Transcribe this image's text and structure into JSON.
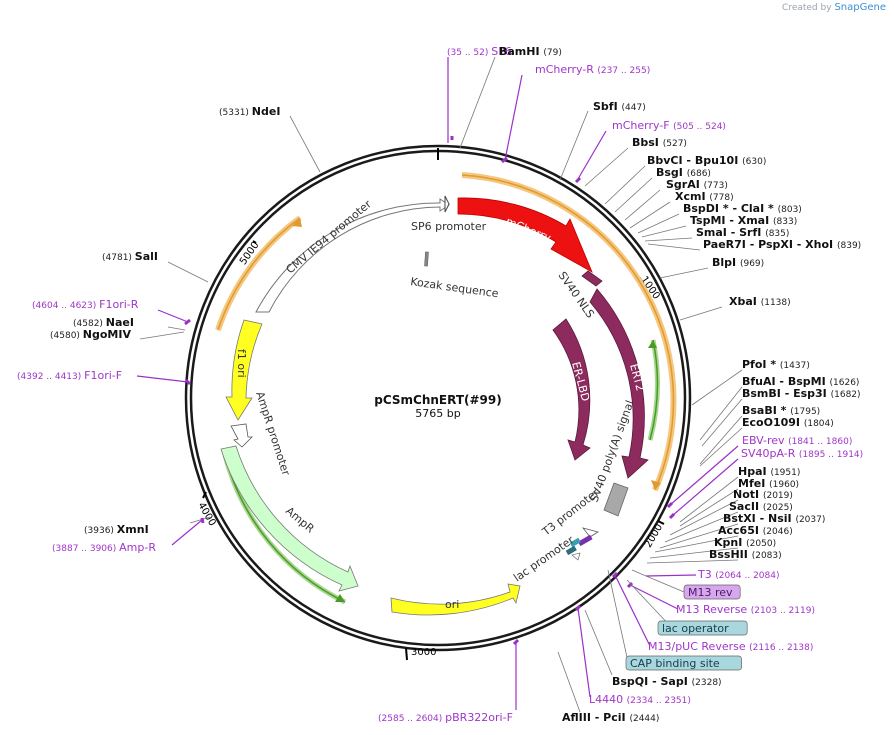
{
  "header": {
    "created_by": "Created by",
    "brand": "SnapGene"
  },
  "plasmid": {
    "name": "pCSmChnERT(#99)",
    "length": "5765 bp"
  },
  "ruler_ticks": [
    "1000",
    "2000",
    "3000",
    "4000",
    "5000"
  ],
  "features": [
    {
      "key": "cmv",
      "label": "CMV IE94 promoter"
    },
    {
      "key": "sp6p",
      "label": "SP6 promoter"
    },
    {
      "key": "kozak",
      "label": "Kozak sequence"
    },
    {
      "key": "mcherry",
      "label": "mCherry"
    },
    {
      "key": "sv40nls",
      "label": "SV40 NLS"
    },
    {
      "key": "ert2",
      "label": "ERT2"
    },
    {
      "key": "erlbd",
      "label": "ER-LBD"
    },
    {
      "key": "sv40pa",
      "label": "SV40 poly(A) signal"
    },
    {
      "key": "t3p",
      "label": "T3 promoter"
    },
    {
      "key": "lacp",
      "label": "lac promoter"
    },
    {
      "key": "ori",
      "label": "ori"
    },
    {
      "key": "ampr",
      "label": "AmpR"
    },
    {
      "key": "amprp",
      "label": "AmpR promoter"
    },
    {
      "key": "f1ori",
      "label": "f1 ori"
    }
  ],
  "sites": [
    {
      "key": "sp6",
      "name": "SP6",
      "pos": "(35 .. 52)",
      "kind": "primer"
    },
    {
      "key": "bamhi",
      "name": "BamHI",
      "pos": "(79)",
      "kind": "enzyme"
    },
    {
      "key": "mchr",
      "name": "mCherry-R",
      "pos": "(237 .. 255)",
      "kind": "primer"
    },
    {
      "key": "ndei",
      "name": "NdeI",
      "pos": "(5331)",
      "kind": "enzyme"
    },
    {
      "key": "sbfi",
      "name": "SbfI",
      "pos": "(447)",
      "kind": "enzyme"
    },
    {
      "key": "mchf",
      "name": "mCherry-F",
      "pos": "(505 .. 524)",
      "kind": "primer"
    },
    {
      "key": "bbsi",
      "name": "BbsI",
      "pos": "(527)",
      "kind": "enzyme"
    },
    {
      "key": "bbvci",
      "name": "BbvCI - Bpu10I",
      "pos": "(630)",
      "kind": "enzyme"
    },
    {
      "key": "bsgi",
      "name": "BsgI",
      "pos": "(686)",
      "kind": "enzyme"
    },
    {
      "key": "sgrai",
      "name": "SgrAI",
      "pos": "(773)",
      "kind": "enzyme"
    },
    {
      "key": "xcmi",
      "name": "XcmI",
      "pos": "(778)",
      "kind": "enzyme"
    },
    {
      "key": "bspdi",
      "name": "BspDI * - ClaI *",
      "pos": "(803)",
      "kind": "enzyme"
    },
    {
      "key": "tspmi",
      "name": "TspMI - XmaI",
      "pos": "(833)",
      "kind": "enzyme"
    },
    {
      "key": "smai",
      "name": "SmaI - SrfI",
      "pos": "(835)",
      "kind": "enzyme"
    },
    {
      "key": "paer7i",
      "name": "PaeR7I - PspXI - XhoI",
      "pos": "(839)",
      "kind": "enzyme"
    },
    {
      "key": "sali",
      "name": "SalI",
      "pos": "(4781)",
      "kind": "enzyme"
    },
    {
      "key": "blpi",
      "name": "BlpI",
      "pos": "(969)",
      "kind": "enzyme"
    },
    {
      "key": "f1orir",
      "name": "F1ori-R",
      "pos": "(4604 .. 4623)",
      "kind": "primer"
    },
    {
      "key": "xbai",
      "name": "XbaI",
      "pos": "(1138)",
      "kind": "enzyme"
    },
    {
      "key": "naei",
      "name": "NaeI",
      "pos": "(4582)",
      "kind": "enzyme"
    },
    {
      "key": "ngomiv",
      "name": "NgoMIV",
      "pos": "(4580)",
      "kind": "enzyme"
    },
    {
      "key": "f1orif",
      "name": "F1ori-F",
      "pos": "(4392 .. 4413)",
      "kind": "primer"
    },
    {
      "key": "pfoi",
      "name": "PfoI *",
      "pos": "(1437)",
      "kind": "enzyme"
    },
    {
      "key": "bfuai",
      "name": "BfuAI - BspMI",
      "pos": "(1626)",
      "kind": "enzyme"
    },
    {
      "key": "bsmbi",
      "name": "BsmBI - Esp3I",
      "pos": "(1682)",
      "kind": "enzyme"
    },
    {
      "key": "bsabi",
      "name": "BsaBI *",
      "pos": "(1795)",
      "kind": "enzyme"
    },
    {
      "key": "eco0109i",
      "name": "EcoO109I",
      "pos": "(1804)",
      "kind": "enzyme"
    },
    {
      "key": "ebvrev",
      "name": "EBV-rev",
      "pos": "(1841 .. 1860)",
      "kind": "primer"
    },
    {
      "key": "sv40par",
      "name": "SV40pA-R",
      "pos": "(1895 .. 1914)",
      "kind": "primer"
    },
    {
      "key": "hpai",
      "name": "HpaI",
      "pos": "(1951)",
      "kind": "enzyme"
    },
    {
      "key": "mfei",
      "name": "MfeI",
      "pos": "(1960)",
      "kind": "enzyme"
    },
    {
      "key": "noti",
      "name": "NotI",
      "pos": "(2019)",
      "kind": "enzyme"
    },
    {
      "key": "sacii",
      "name": "SacII",
      "pos": "(2025)",
      "kind": "enzyme"
    },
    {
      "key": "bstxi",
      "name": "BstXI - NsiI",
      "pos": "(2037)",
      "kind": "enzyme"
    },
    {
      "key": "acc65i",
      "name": "Acc65I",
      "pos": "(2046)",
      "kind": "enzyme"
    },
    {
      "key": "xmni",
      "name": "XmnI",
      "pos": "(3936)",
      "kind": "enzyme"
    },
    {
      "key": "kpni",
      "name": "KpnI",
      "pos": "(2050)",
      "kind": "enzyme"
    },
    {
      "key": "bsshii",
      "name": "BssHII",
      "pos": "(2083)",
      "kind": "enzyme"
    },
    {
      "key": "ampr",
      "name": "Amp-R",
      "pos": "(3887 .. 3906)",
      "kind": "primer"
    },
    {
      "key": "t3",
      "name": "T3",
      "pos": "(2064 .. 2084)",
      "kind": "primer"
    },
    {
      "key": "m13rev",
      "name": "M13 rev",
      "pos": "",
      "kind": "box_purple"
    },
    {
      "key": "m13reverse",
      "name": "M13 Reverse",
      "pos": "(2103 .. 2119)",
      "kind": "primer"
    },
    {
      "key": "lacop",
      "name": "lac operator",
      "pos": "",
      "kind": "box_teal"
    },
    {
      "key": "m13puc",
      "name": "M13/pUC Reverse",
      "pos": "(2116 .. 2138)",
      "kind": "primer"
    },
    {
      "key": "cap",
      "name": "CAP binding site",
      "pos": "",
      "kind": "box_teal"
    },
    {
      "key": "bspqi",
      "name": "BspQI - SapI",
      "pos": "(2328)",
      "kind": "enzyme"
    },
    {
      "key": "l4440",
      "name": "L4440",
      "pos": "(2334 .. 2351)",
      "kind": "primer"
    },
    {
      "key": "pbr322",
      "name": "pBR322ori-F",
      "pos": "(2585 .. 2604)",
      "kind": "primer"
    },
    {
      "key": "afliii",
      "name": "AflIII - PciI",
      "pos": "(2444)",
      "kind": "enzyme"
    }
  ],
  "colors": {
    "backbone": "#1a1a1a",
    "primer_text": "#a035c9",
    "primer_line": "#9b30c8",
    "enzyme_text": "#111111",
    "mcherry": "#ee1111",
    "ert2": "#8e2b5e",
    "orf_highlight": "#f5c77e",
    "orf_line": "#e0a040",
    "green_arrow": "#5aa832",
    "yellow_feature": "#ffff22",
    "ampr": "#ccffcc",
    "box_purple": "#d7a6ec",
    "box_teal": "#a8d8de",
    "polya_gray": "#a8a8a8"
  }
}
